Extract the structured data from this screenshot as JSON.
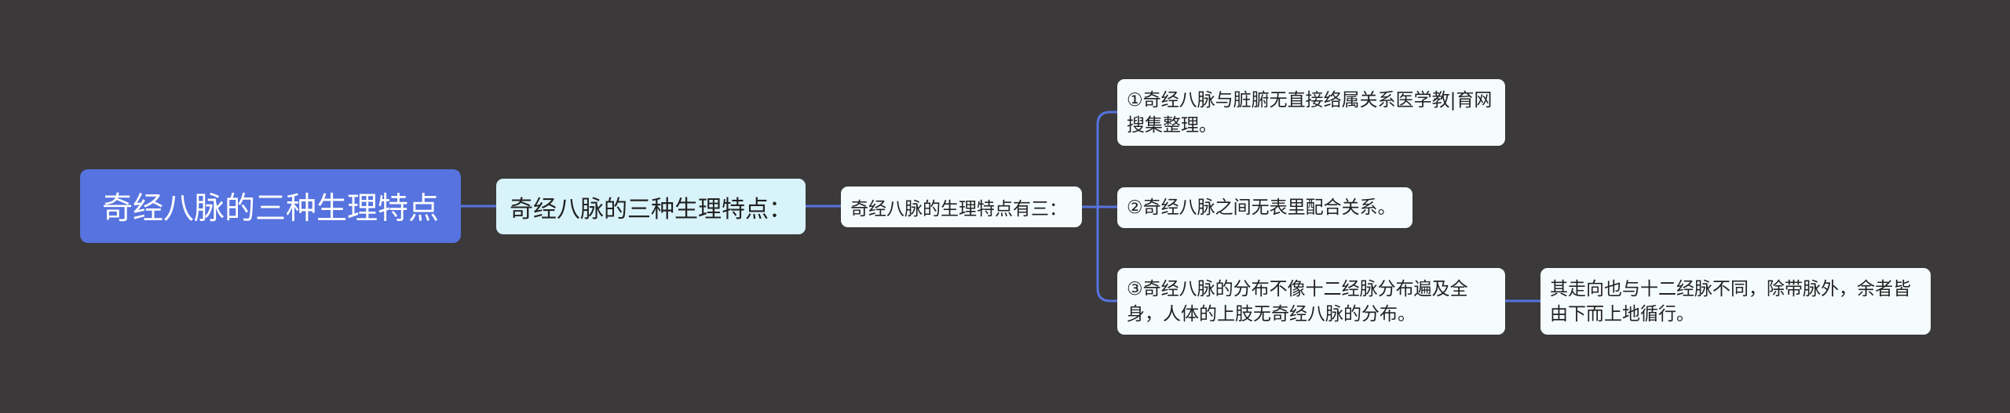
{
  "colors": {
    "background": "#3b393a",
    "connector": "#5673df",
    "root_fill": "#5673df",
    "level1_fill": "#d9f3fb",
    "node_fill": "#f5fcfe"
  },
  "mindmap": {
    "root": {
      "label": "奇经八脉的三种生理特点"
    },
    "level1": {
      "label": "奇经八脉的三种生理特点："
    },
    "level2": {
      "label": "奇经八脉的生理特点有三："
    },
    "points": [
      {
        "label": "①奇经八脉与脏腑无直接络属关系医学教|育网搜集整理。"
      },
      {
        "label": "②奇经八脉之间无表里配合关系。"
      },
      {
        "label": "③奇经八脉的分布不像十二经脉分布遍及全身，人体的上肢无奇经八脉的分布。"
      }
    ],
    "detail": {
      "label": "其走向也与十二经脉不同，除带脉外，余者皆由下而上地循行。"
    }
  }
}
